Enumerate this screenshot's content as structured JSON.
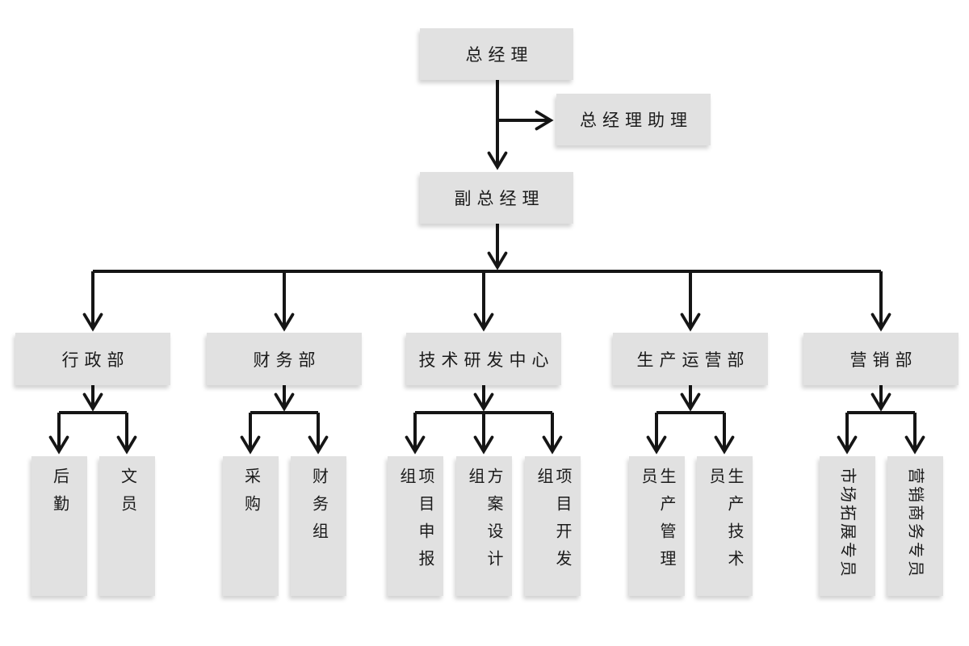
{
  "chart": {
    "type": "org-chart",
    "root": {
      "label": "总经理"
    },
    "assistant": {
      "label": "总经理助理"
    },
    "deputy": {
      "label": "副总经理"
    },
    "departments": [
      {
        "label": "行政部",
        "children": [
          {
            "label": "后勤"
          },
          {
            "label": "文员"
          }
        ]
      },
      {
        "label": "财务部",
        "children": [
          {
            "label": "采购"
          },
          {
            "label": "财务组"
          }
        ]
      },
      {
        "label": "技术研发中心",
        "children": [
          {
            "label": "项目申报组"
          },
          {
            "label": "方案设计组"
          },
          {
            "label": "项目开发组"
          }
        ]
      },
      {
        "label": "生产运营部",
        "children": [
          {
            "label": "生产管理员"
          },
          {
            "label": "生产技术员"
          }
        ]
      },
      {
        "label": "营销部",
        "children": [
          {
            "label": "市场拓展专员"
          },
          {
            "label": "营销商务专员"
          }
        ],
        "children_text_rotated": true
      }
    ],
    "colors": {
      "background": "#ffffff",
      "box_fill": "#e1e1e1",
      "line": "#151515",
      "text": "#1b1b1b"
    }
  }
}
